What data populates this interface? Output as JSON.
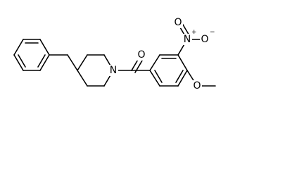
{
  "structure": {
    "atoms": {
      "carbonyl_o": "O",
      "piperidine_n": "N",
      "nitro_n": "N",
      "nitro_n_charge": "+",
      "nitro_o_right": "O",
      "nitro_o_right_charge": "−",
      "nitro_o_top": "O",
      "methoxy_o": "O"
    }
  }
}
